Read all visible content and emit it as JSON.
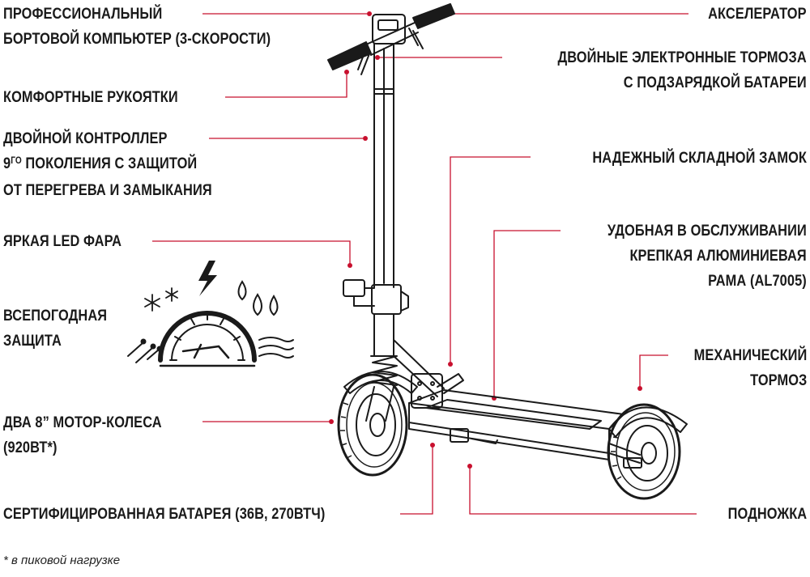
{
  "labels": {
    "computer": [
      "ПРОФЕССИОНАЛЬНЫЙ",
      "БОРТОВОЙ КОМПЬЮТЕР (3-СКОРОСТИ)"
    ],
    "grips": [
      "КОМФОРТНЫЕ РУКОЯТКИ"
    ],
    "controller": {
      "line1": "ДВОЙНОЙ КОНТРОЛЛЕР",
      "line2_num": "9",
      "line2_sup": "ГО",
      "line2_rest": " ПОКОЛЕНИЯ С ЗАЩИТОЙ",
      "line3": "ОТ ПЕРЕГРЕВА И ЗАМЫКАНИЯ"
    },
    "headlight": [
      "ЯРКАЯ LED ФАРА"
    ],
    "weather": [
      "ВСЕПОГОДНАЯ",
      "ЗАЩИТА"
    ],
    "wheels": [
      "ДВА 8” МОТОР-КОЛЕСА",
      "(920ВТ*)"
    ],
    "battery": [
      "СЕРТИФИЦИРОВАННАЯ БАТАРЕЯ (36В, 270ВТЧ)"
    ],
    "accelerator": [
      "АКСЕЛЕРАТОР"
    ],
    "brakes": [
      "ДВОЙНЫЕ ЭЛЕКТРОННЫЕ ТОРМОЗА",
      "С ПОДЗАРЯДКОЙ БАТАРЕИ"
    ],
    "lock": [
      "НАДЕЖНЫЙ СКЛАДНОЙ ЗАМОК"
    ],
    "frame": [
      "УДОБНАЯ В ОБСЛУЖИВАНИИ",
      "КРЕПКАЯ АЛЮМИНИЕВАЯ",
      "РАМА (AL7005)"
    ],
    "mech_brake": [
      "МЕХАНИЧЕСКИЙ",
      "ТОРМОЗ"
    ],
    "kickstand": [
      "ПОДНОЖКА"
    ]
  },
  "footnote": "* в пиковой нагрузке",
  "colors": {
    "callout": "#c8102e",
    "ink": "#1a1a1a"
  },
  "icons": [
    "snowflake-icon",
    "lightning-icon",
    "water-drops-icon",
    "wind-icon",
    "rain-icon",
    "speedometer-icon"
  ]
}
